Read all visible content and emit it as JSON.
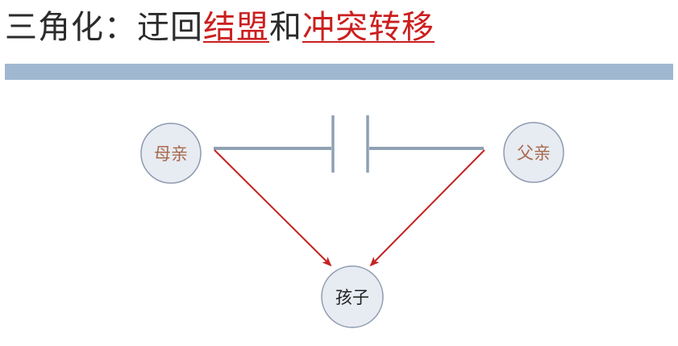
{
  "title": {
    "part1": "三角化：迂回",
    "part2": "结盟",
    "part3": "和",
    "part4": "冲突转移"
  },
  "nodes": {
    "mother": "母亲",
    "father": "父亲",
    "child": "孩子"
  },
  "colors": {
    "accent_red": "#cc1f1f",
    "arrow_red": "#c42222",
    "band_blue": "#9fb8d0",
    "node_fill": "#e7ebf2",
    "node_stroke": "#8e9ab0",
    "parent_label": "#a86a4c",
    "child_label": "#222222",
    "conflict_line": "#8fa1b3"
  }
}
